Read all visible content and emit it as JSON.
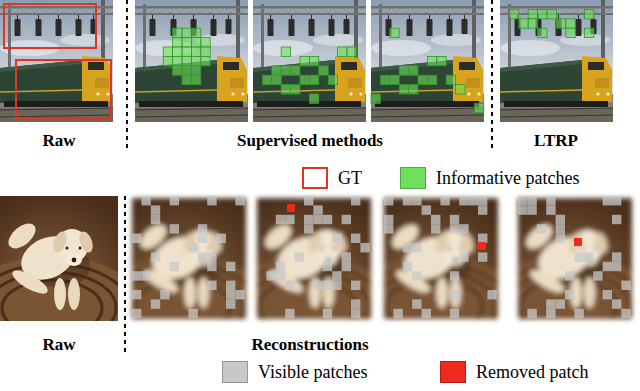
{
  "diagram": {
    "labels": [
      "Raw",
      "Supervised methods",
      "LTRP",
      "Raw",
      "Reconstructions"
    ],
    "legend": [
      {
        "text": "GT"
      },
      {
        "text": "Informative patches",
        "color": "#6ee05a"
      },
      {
        "text": "Visible patches",
        "color": "#c8c8c8"
      },
      {
        "text": "Removed patch",
        "color": "#ee2a1e"
      }
    ]
  }
}
